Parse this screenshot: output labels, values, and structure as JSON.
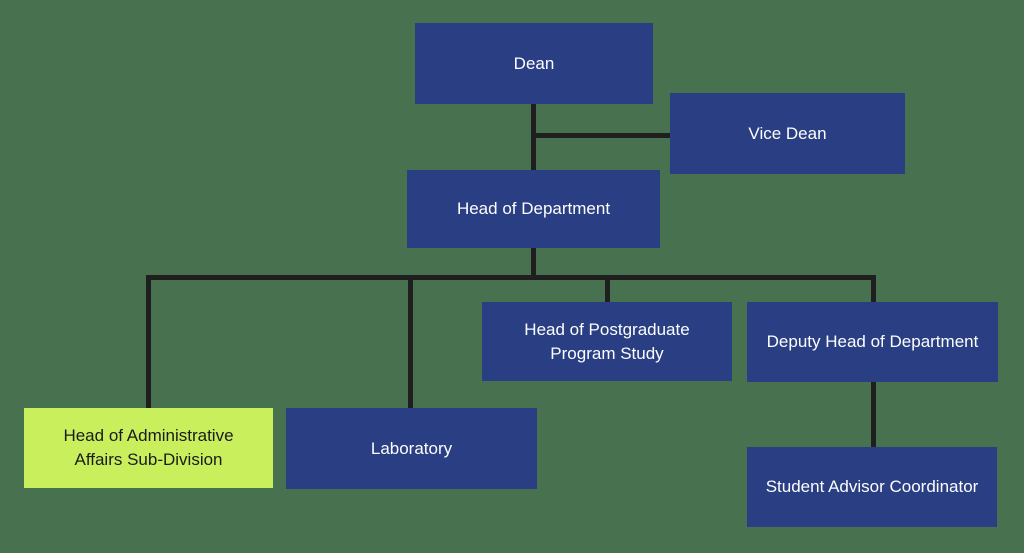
{
  "org_chart": {
    "nodes": {
      "dean": {
        "label": "Dean"
      },
      "vice_dean": {
        "label": "Vice Dean"
      },
      "head_of_department": {
        "label": "Head of Department"
      },
      "head_of_admin_affairs": {
        "label": "Head of Administrative Affairs Sub-Division"
      },
      "laboratory": {
        "label": "Laboratory"
      },
      "head_of_postgraduate": {
        "label": "Head of Postgraduate Program Study"
      },
      "deputy_head": {
        "label": "Deputy Head of Department"
      },
      "student_advisor": {
        "label": "Student Advisor Coordinator"
      }
    },
    "edges": [
      {
        "from": "dean",
        "to": "vice_dean"
      },
      {
        "from": "dean",
        "to": "head_of_department"
      },
      {
        "from": "head_of_department",
        "to": "head_of_admin_affairs"
      },
      {
        "from": "head_of_department",
        "to": "laboratory"
      },
      {
        "from": "head_of_department",
        "to": "head_of_postgraduate"
      },
      {
        "from": "head_of_department",
        "to": "deputy_head"
      },
      {
        "from": "deputy_head",
        "to": "student_advisor"
      }
    ]
  },
  "colors": {
    "background": "#48714f",
    "node-blue": "#2a3f83",
    "node-green": "#c9f05c",
    "node-text-light": "#fdfdfd",
    "node-text-dark": "#1b1b1b",
    "connector": "#1f1f1f"
  }
}
